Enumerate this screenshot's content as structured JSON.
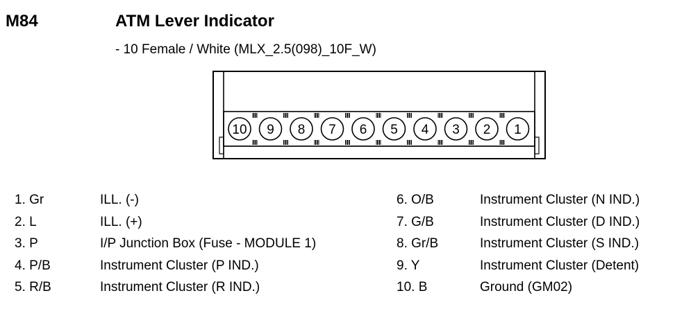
{
  "header": {
    "code": "M84",
    "title": "ATM Lever Indicator",
    "subtitle": "- 10 Female / White (MLX_2.5(098)_10F_W)"
  },
  "connector": {
    "pins": [
      "10",
      "9",
      "8",
      "7",
      "6",
      "5",
      "4",
      "3",
      "2",
      "1"
    ]
  },
  "pins_left": [
    {
      "wire": "1. Gr",
      "desc": "ILL. (-)"
    },
    {
      "wire": "2. L",
      "desc": "ILL. (+)"
    },
    {
      "wire": "3. P",
      "desc": "I/P Junction Box (Fuse - MODULE 1)"
    },
    {
      "wire": "4. P/B",
      "desc": "Instrument Cluster (P IND.)"
    },
    {
      "wire": "5. R/B",
      "desc": "Instrument Cluster (R IND.)"
    }
  ],
  "pins_right": [
    {
      "wire": "6. O/B",
      "desc": "Instrument Cluster (N IND.)"
    },
    {
      "wire": "7. G/B",
      "desc": "Instrument Cluster (D IND.)"
    },
    {
      "wire": "8. Gr/B",
      "desc": "Instrument Cluster (S IND.)"
    },
    {
      "wire": "9. Y",
      "desc": "Instrument Cluster (Detent)"
    },
    {
      "wire": "10. B",
      "desc": "Ground (GM02)"
    }
  ]
}
